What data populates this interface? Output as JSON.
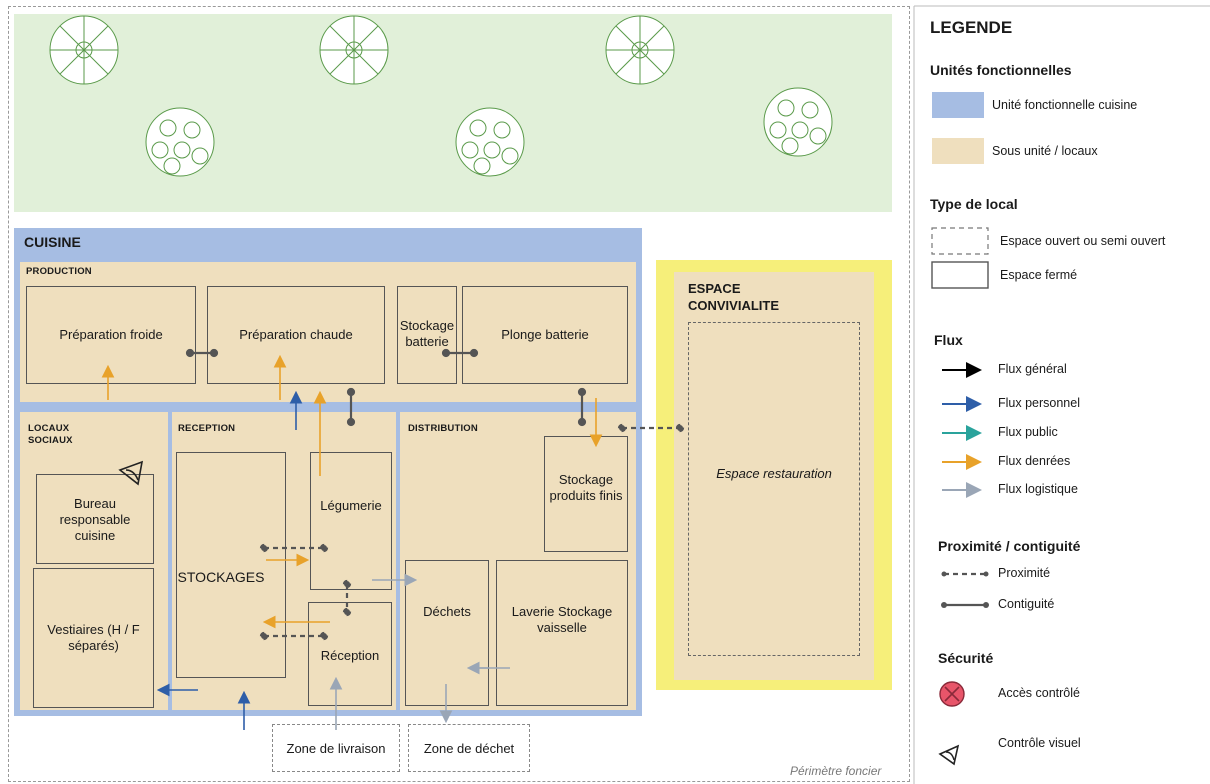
{
  "site": {
    "perimeter_label": "Périmètre foncier"
  },
  "kitchen": {
    "title": "CUISINE",
    "production": {
      "title": "PRODUCTION",
      "rooms": {
        "prep_froide": "Préparation froide",
        "prep_chaude": "Préparation chaude",
        "stockage_batterie": "Stockage batterie",
        "plonge_batterie": "Plonge batterie"
      }
    },
    "locaux_sociaux": {
      "title": "LOCAUX SOCIAUX",
      "rooms": {
        "bureau": "Bureau responsable cuisine",
        "vestiaires": "Vestiaires (H / F séparés)"
      }
    },
    "reception": {
      "title": "RECEPTION",
      "rooms": {
        "stockages": "STOCKAGES",
        "legumerie": "Légumerie",
        "reception": "Réception"
      }
    },
    "distribution": {
      "title": "DISTRIBUTION",
      "rooms": {
        "stockage_produits": "Stockage produits finis",
        "dechets": "Déchets",
        "laverie": "Laverie Stockage vaisselle"
      }
    }
  },
  "convivialite": {
    "title": "ESPACE CONVIVIALITE",
    "restauration": "Espace restauration"
  },
  "external": {
    "livraison": "Zone de livraison",
    "dechet": "Zone de déchet"
  },
  "legend": {
    "title": "LEGENDE",
    "unites": {
      "heading": "Unités fonctionnelles",
      "cuisine": "Unité fonctionnelle cuisine",
      "sous_unite": "Sous unité / locaux"
    },
    "type_local": {
      "heading": "Type de local",
      "ouvert": "Espace ouvert ou semi ouvert",
      "ferme": "Espace fermé"
    },
    "flux": {
      "heading": "Flux",
      "general": "Flux général",
      "personnel": "Flux personnel",
      "public": "Flux public",
      "denrees": "Flux denrées",
      "logistique": "Flux logistique"
    },
    "proximite": {
      "heading": "Proximité / contiguité",
      "proximite": "Proximité",
      "contiguite": "Contiguité"
    },
    "securite": {
      "heading": "Sécurité",
      "acces": "Accès contrôlé",
      "visuel": "Contrôle visuel"
    }
  },
  "colors": {
    "kitchen_blue": "#a6bde3",
    "sub_unit_beige": "#efdfbe",
    "convivialite_yellow": "#f6ef7a",
    "garden_green": "#e1f0d9",
    "flux_general": "#000000",
    "flux_personnel": "#2e5ea8",
    "flux_public": "#2aa39c",
    "flux_denrees": "#e8a22a",
    "flux_logistique": "#9aa6b6",
    "acces_red": "#e8556a"
  }
}
